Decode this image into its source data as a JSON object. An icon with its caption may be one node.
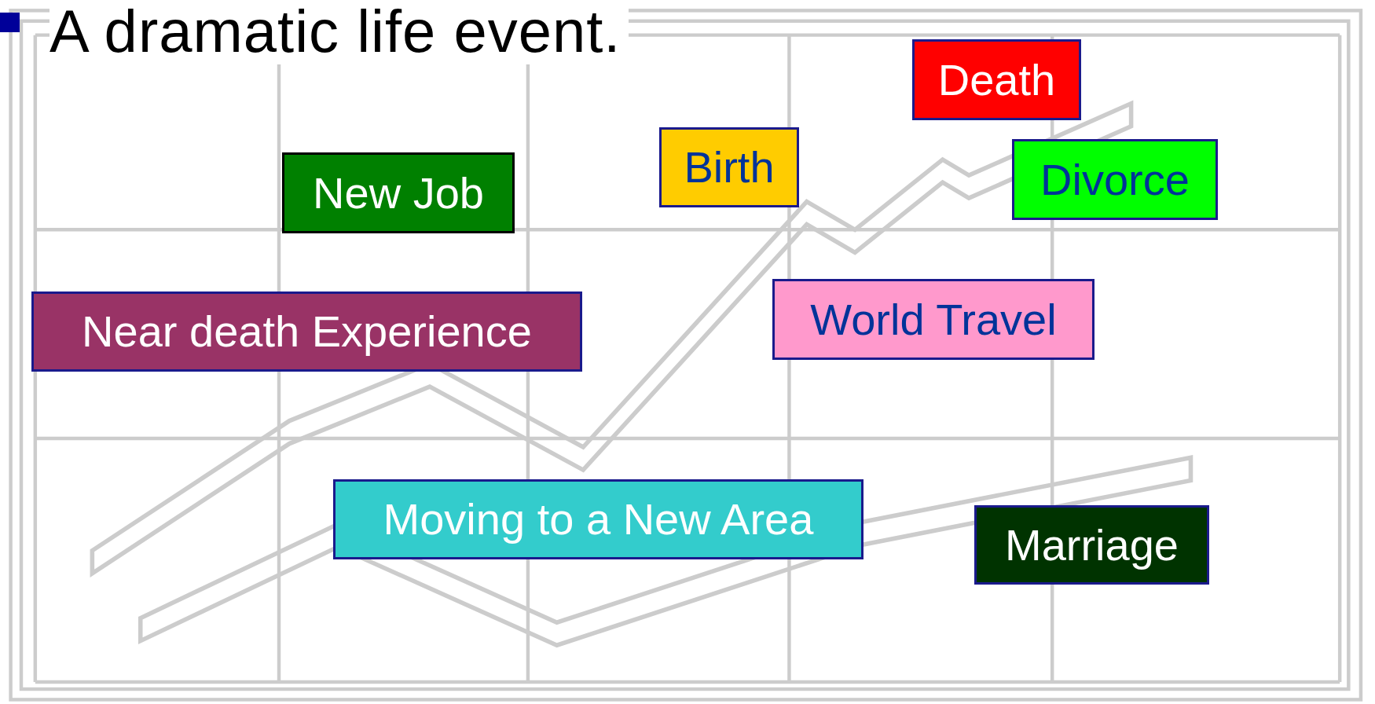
{
  "diagram": {
    "title": "A dramatic life event.",
    "nodes": [
      {
        "text": [
          "Death"
        ]
      },
      {
        "text": [
          "Birth"
        ]
      },
      {
        "text": [
          "New Job"
        ]
      },
      {
        "text": [
          "Divorce"
        ]
      },
      {
        "text": [
          "Near death Experience"
        ]
      },
      {
        "text": [
          "World Travel"
        ]
      },
      {
        "text": [
          "Moving to a New Area"
        ]
      },
      {
        "text": [
          "Marriage"
        ]
      }
    ]
  }
}
